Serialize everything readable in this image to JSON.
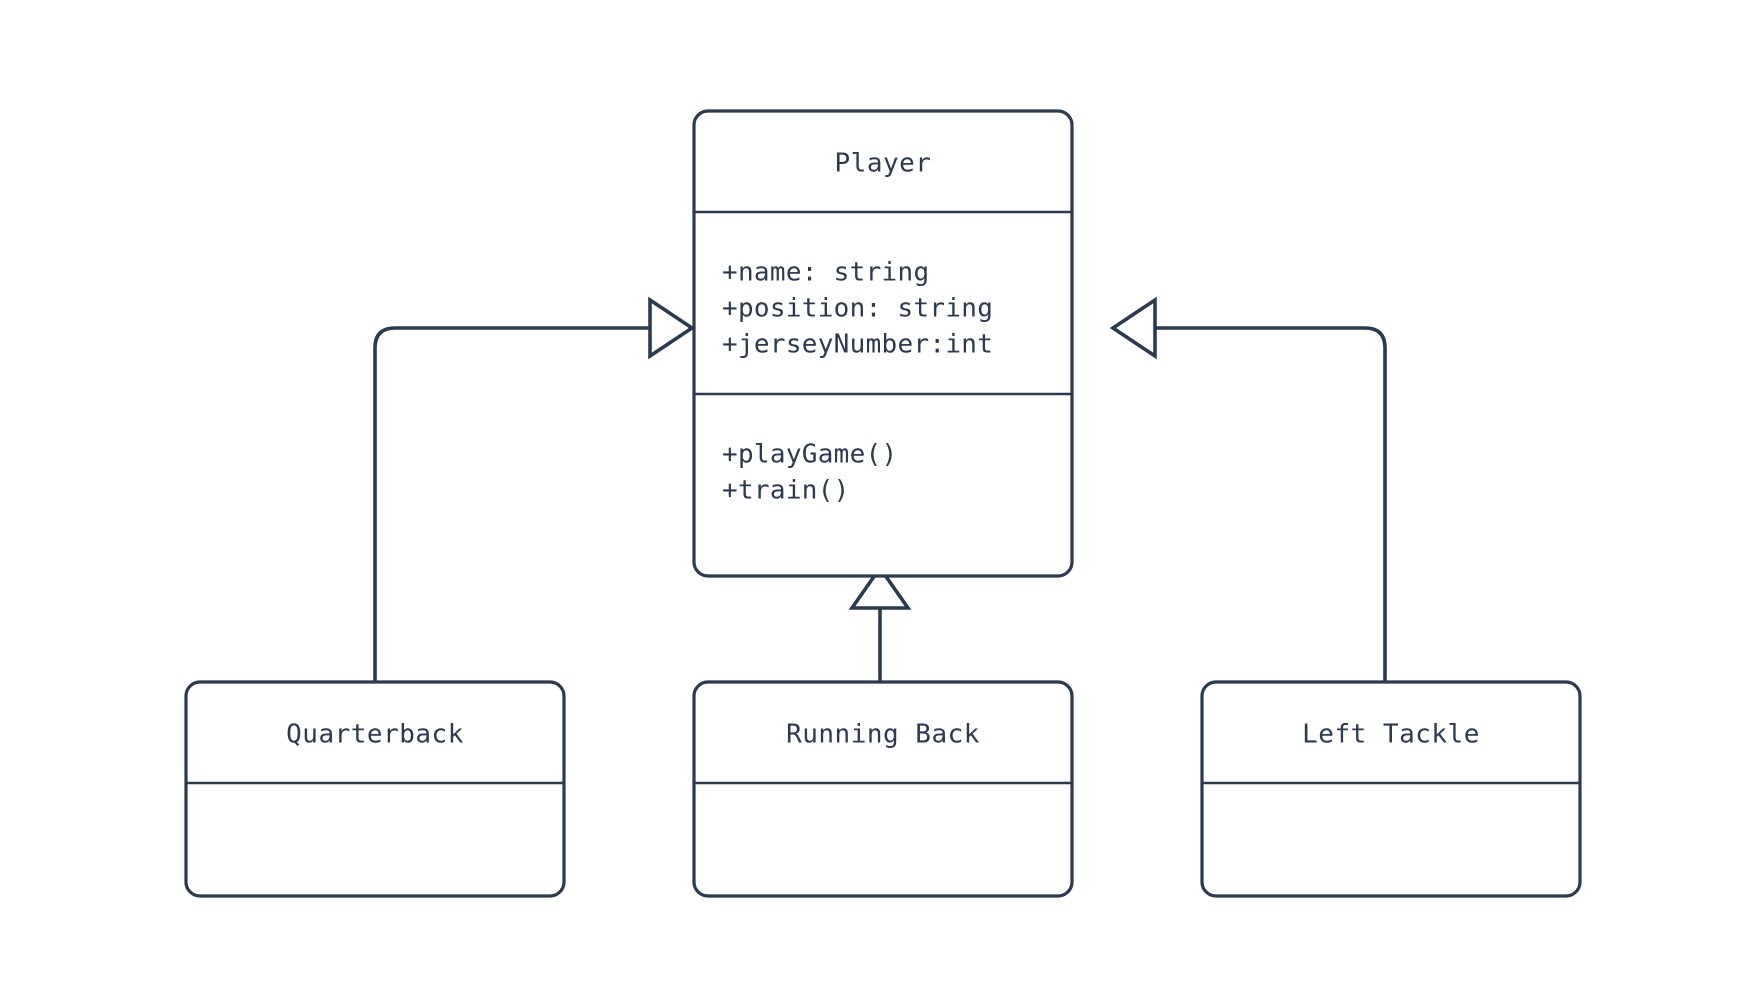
{
  "diagram": {
    "kind": "uml-class-diagram",
    "background_color": "#ffffff",
    "stroke_color": "#2b3a4f",
    "header_fill_color": "#d4bef5",
    "body_fill_color": "#ffffff",
    "text_color": "#2b3a4f"
  },
  "classes": {
    "player": {
      "name": "Player",
      "attributes": [
        "+name: string",
        "+position: string",
        "+jerseyNumber:int"
      ],
      "methods": [
        "+playGame()",
        "+train()"
      ]
    },
    "quarterback": {
      "name": "Quarterback",
      "attributes": [],
      "methods": []
    },
    "running_back": {
      "name": "Running Back",
      "attributes": [],
      "methods": []
    },
    "left_tackle": {
      "name": "Left Tackle",
      "attributes": [],
      "methods": []
    }
  },
  "relationships": [
    {
      "id": "quarterback-inherits-player",
      "type": "generalization",
      "from": "Quarterback",
      "to": "Player",
      "arrow": "hollow-triangle",
      "arrow_direction": "right"
    },
    {
      "id": "running-back-inherits-player",
      "type": "generalization",
      "from": "Running Back",
      "to": "Player",
      "arrow": "hollow-triangle",
      "arrow_direction": "up"
    },
    {
      "id": "left-tackle-inherits-player",
      "type": "generalization",
      "from": "Left Tackle",
      "to": "Player",
      "arrow": "hollow-triangle",
      "arrow_direction": "left"
    }
  ]
}
